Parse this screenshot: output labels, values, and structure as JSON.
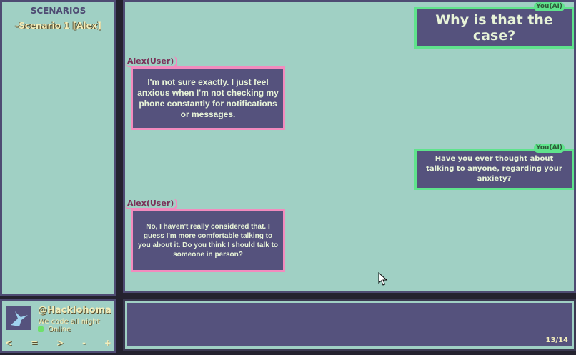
{
  "sidebar": {
    "title": "SCENARIOS",
    "items": [
      {
        "label": "-Scenario 1 [Alex]"
      }
    ]
  },
  "messages": [
    {
      "sender": "You(AI)",
      "text": "Why is that the case?"
    },
    {
      "sender": "Alex(User)",
      "text": "I'm not sure exactly. I just feel anxious when I'm not checking my phone constantly for notifications or messages."
    },
    {
      "sender": "You(AI)",
      "text": "Have you ever thought about talking to anyone, regarding your anxiety?"
    },
    {
      "sender": "Alex(User)",
      "text": "No, I haven't really considered that. I guess I'm more comfortable talking to you about it. Do you think I should talk to someone in person?"
    }
  ],
  "profile": {
    "handle": "@Hacklohoma",
    "subtitle": "We code all night",
    "status": "Online",
    "status_color": "#6fe06a",
    "controls": [
      "<",
      "=",
      ">",
      "-",
      "+"
    ]
  },
  "input": {
    "value": "",
    "page_counter": "13/14"
  },
  "colors": {
    "ai_border": "#5fe38c",
    "user_border": "#f28bbe",
    "bubble": "#55527d",
    "panel": "#a0d0c4"
  }
}
